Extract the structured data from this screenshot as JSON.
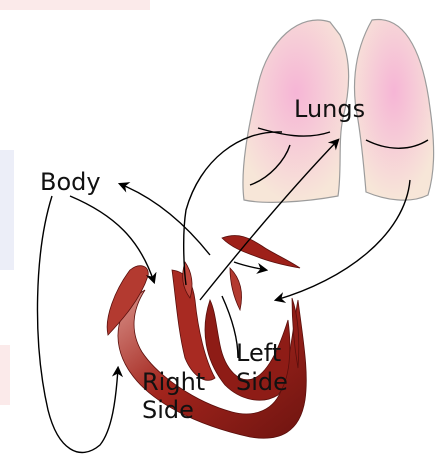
{
  "labels": {
    "lungs": "Lungs",
    "body": "Body",
    "left_side_line1": "Left",
    "left_side_line2": "Side",
    "right_side_line1": "Right",
    "right_side_line2": "Side"
  },
  "colors": {
    "lung_fill": "#f5e4ea",
    "lung_pink": "#f6b5d6",
    "lung_stroke": "#9c9c9c",
    "heart_dark": "#7e1a16",
    "heart_mid": "#b33a30",
    "heart_light": "#d9928a",
    "arrow": "#000000",
    "background": "#ffffff",
    "bg_tint": "#e7e8f6"
  }
}
